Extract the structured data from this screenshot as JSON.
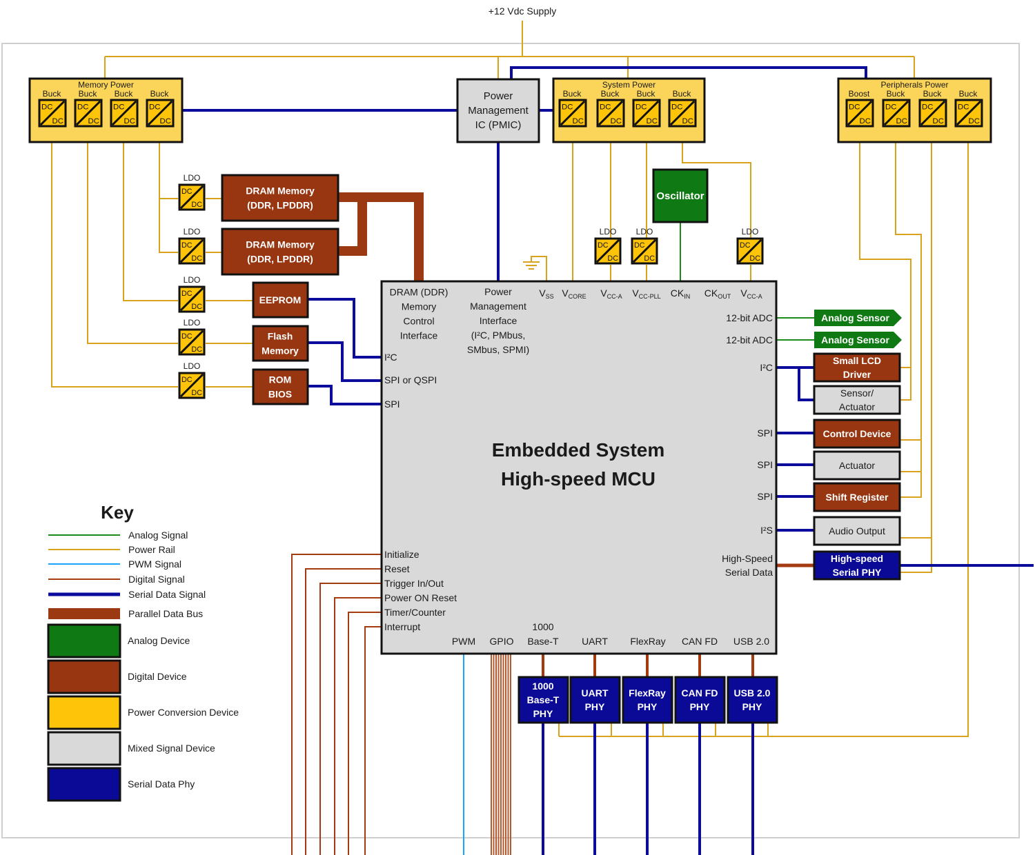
{
  "supply_label": "+12 Vdc Supply",
  "colors": {
    "power_rail": "#d9a21b",
    "serial": "#0b0b9c",
    "digital_signal": "#a33a10",
    "analog_signal": "#1a8a1a",
    "pwm_signal": "#1aa3ff",
    "parallel_bus": "#9b3a12",
    "analog_device": "#0f7a14",
    "digital_device": "#973611",
    "power_device": "#fdc40a",
    "power_group_bg": "#fbd55a",
    "mixed_device": "#d9d9d9",
    "phy_device": "#0a0a96"
  },
  "power_groups": {
    "memory": {
      "title": "Memory Power",
      "converters": [
        "Buck",
        "Buck",
        "Buck",
        "Buck"
      ]
    },
    "system": {
      "title": "System Power",
      "converters": [
        "Buck",
        "Buck",
        "Buck",
        "Buck"
      ]
    },
    "peripherals": {
      "title": "Peripherals Power",
      "converters": [
        "Boost",
        "Buck",
        "Buck",
        "Buck"
      ]
    }
  },
  "dcdc": {
    "in": "DC",
    "out": "DC"
  },
  "ldo_label": "LDO",
  "pmic": {
    "lines": [
      "Power",
      "Management",
      "IC (PMIC)"
    ]
  },
  "oscillator": "Oscillator",
  "memory_devices": {
    "dram1": [
      "DRAM Memory",
      "(DDR, LPDDR)"
    ],
    "dram2": [
      "DRAM Memory",
      "(DDR, LPDDR)"
    ],
    "eeprom": [
      "EEPROM"
    ],
    "flash": [
      "Flash",
      "Memory"
    ],
    "rom": [
      "ROM",
      "BIOS"
    ]
  },
  "mcu": {
    "title_lines": [
      "Embedded System",
      "High-speed MCU"
    ],
    "dram_interface": [
      "DRAM (DDR)",
      "Memory",
      "Control",
      "Interface"
    ],
    "pm_interface": [
      "Power",
      "Management",
      "Interface",
      "(I²C, PMbus,",
      "SMbus, SPMI)"
    ],
    "top_pins": [
      {
        "main": "V",
        "sub": "SS"
      },
      {
        "main": "V",
        "sub": "CORE"
      },
      {
        "main": "V",
        "sub": "CC-A"
      },
      {
        "main": "V",
        "sub": "CC-PLL"
      },
      {
        "main": "CK",
        "sub": "IN"
      },
      {
        "main": "CK",
        "sub": "OUT"
      },
      {
        "main": "V",
        "sub": "CC-A"
      }
    ],
    "left_pins": [
      "I²C",
      "SPI or QSPI",
      "SPI"
    ],
    "right_pins": [
      "12-bit ADC",
      "12-bit ADC",
      "I²C",
      "SPI",
      "SPI",
      "SPI",
      "I²S"
    ],
    "hs_serial": [
      "High-Speed",
      "Serial Data"
    ],
    "left_bottom_pins": [
      "Initialize",
      "Reset",
      "Trigger In/Out",
      "Power ON Reset",
      "Timer/Counter",
      "Interrupt"
    ],
    "bottom_pins": [
      {
        "lines": [
          "PWM"
        ]
      },
      {
        "lines": [
          "GPIO"
        ]
      },
      {
        "lines": [
          "1000",
          "Base-T"
        ]
      },
      {
        "lines": [
          "UART"
        ]
      },
      {
        "lines": [
          "FlexRay"
        ]
      },
      {
        "lines": [
          "CAN FD"
        ]
      },
      {
        "lines": [
          "USB 2.0"
        ]
      }
    ]
  },
  "peripherals": {
    "analog_sensor_1": "Analog Sensor",
    "analog_sensor_2": "Analog Sensor",
    "lcd_driver": [
      "Small LCD",
      "Driver"
    ],
    "sensor_actuator": [
      "Sensor/",
      "Actuator"
    ],
    "control_device": "Control Device",
    "actuator": "Actuator",
    "shift_register": "Shift Register",
    "audio_output": "Audio Output",
    "hs_phy": [
      "High-speed",
      "Serial PHY"
    ]
  },
  "phys": [
    [
      "1000",
      "Base-T",
      "PHY"
    ],
    [
      "UART",
      "PHY"
    ],
    [
      "FlexRay",
      "PHY"
    ],
    [
      "CAN FD",
      "PHY"
    ],
    [
      "USB 2.0",
      "PHY"
    ]
  ],
  "key": {
    "title": "Key",
    "lines": [
      {
        "label": "Analog Signal",
        "kind": "analog"
      },
      {
        "label": "Power Rail",
        "kind": "power"
      },
      {
        "label": "PWM Signal",
        "kind": "pwm"
      },
      {
        "label": "Digital Signal",
        "kind": "digital"
      },
      {
        "label": "Serial Data Signal",
        "kind": "serial"
      },
      {
        "label": "Parallel Data Bus",
        "kind": "bus"
      }
    ],
    "boxes": [
      {
        "label": "Analog Device",
        "kind": "analog_device"
      },
      {
        "label": "Digital Device",
        "kind": "digital_device"
      },
      {
        "label": "Power Conversion Device",
        "kind": "power_device"
      },
      {
        "label": "Mixed Signal Device",
        "kind": "mixed_device"
      },
      {
        "label": "Serial Data Phy",
        "kind": "phy_device"
      }
    ]
  }
}
